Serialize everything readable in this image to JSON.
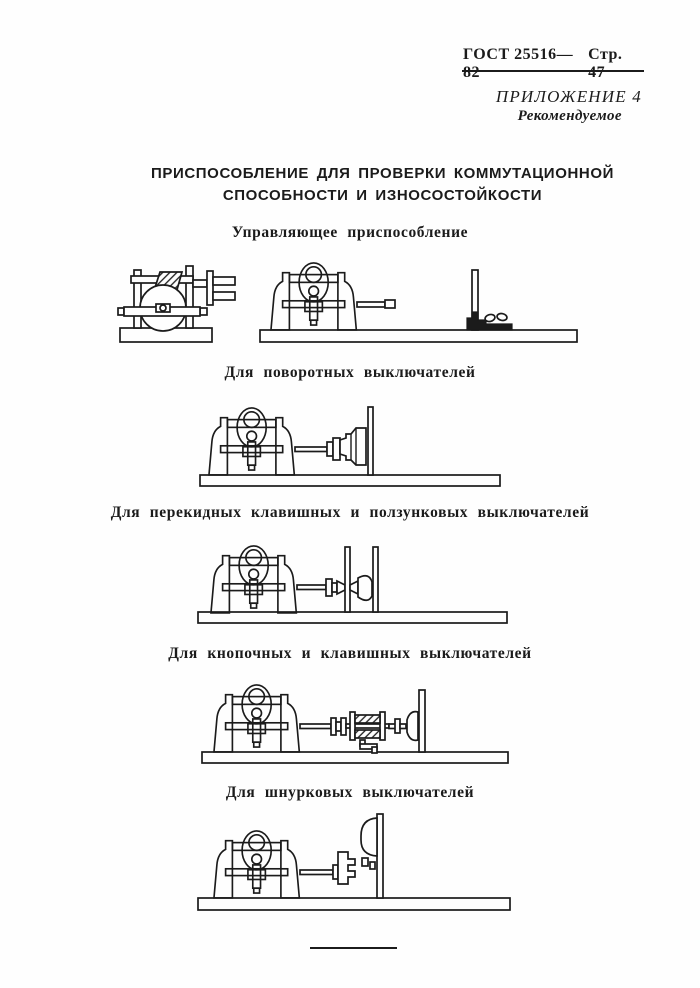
{
  "header": {
    "doc_ref": "ГОСТ 25516—82",
    "page_label": "Стр. 47",
    "appendix_title": "ПРИЛОЖЕНИЕ 4",
    "appendix_note": "Рекомендуемое"
  },
  "title": {
    "line1": "ПРИСПОСОБЛЕНИЕ ДЛЯ ПРОВЕРКИ КОММУТАЦИОННОЙ",
    "line2": "СПОСОБНОСТИ И ИЗНОСОСТОЙКОСТИ"
  },
  "figures": [
    {
      "id": "control-device",
      "caption": "Управляющее приспособление"
    },
    {
      "id": "rotary-switches",
      "caption": "Для поворотных выключателей"
    },
    {
      "id": "toggle-key-slider-switches",
      "caption": "Для перекидных клавишных и ползунковых выключателей"
    },
    {
      "id": "pushbutton-key-switches",
      "caption": "Для кнопочных и клавишных выключателей"
    },
    {
      "id": "cord-switches",
      "caption": "Для шнурковых выключателей"
    }
  ],
  "colors": {
    "ink": "#1b1b1b",
    "paper": "#fefefe"
  }
}
